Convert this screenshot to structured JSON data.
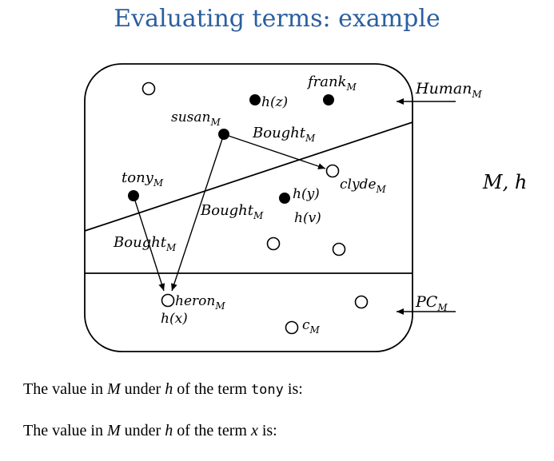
{
  "title": "Evaluating terms: example",
  "diagram": {
    "model_label": "M, h",
    "sets": {
      "human": {
        "name": "Human",
        "sub": "M"
      },
      "pc": {
        "name": "PC",
        "sub": "M"
      }
    },
    "elements": {
      "frank": {
        "name": "frank",
        "sub": "M"
      },
      "susan": {
        "name": "susan",
        "sub": "M"
      },
      "tony": {
        "name": "tony",
        "sub": "M"
      },
      "clyde": {
        "name": "clyde",
        "sub": "M"
      },
      "heron": {
        "name": "heron",
        "sub": "M"
      },
      "c": {
        "name": "c",
        "sub": "M"
      }
    },
    "relations": {
      "bought1": {
        "name": "Bought",
        "sub": "M"
      },
      "bought2": {
        "name": "Bought",
        "sub": "M"
      },
      "bought3": {
        "name": "Bought",
        "sub": "M"
      }
    },
    "assignments": {
      "hz": "h(z)",
      "hy": "h(y)",
      "hv": "h(v)",
      "hx": "h(x)"
    }
  },
  "questions": {
    "q1": {
      "prefix": "The value in ",
      "M": "M",
      "mid1": " under ",
      "h": "h",
      "mid2": " of the term ",
      "term": "tony",
      "suffix": " is:"
    },
    "q2": {
      "prefix": "The value in ",
      "M": "M",
      "mid1": " under ",
      "h": "h",
      "mid2": " of the term ",
      "term": "x",
      "suffix": " is:"
    }
  }
}
